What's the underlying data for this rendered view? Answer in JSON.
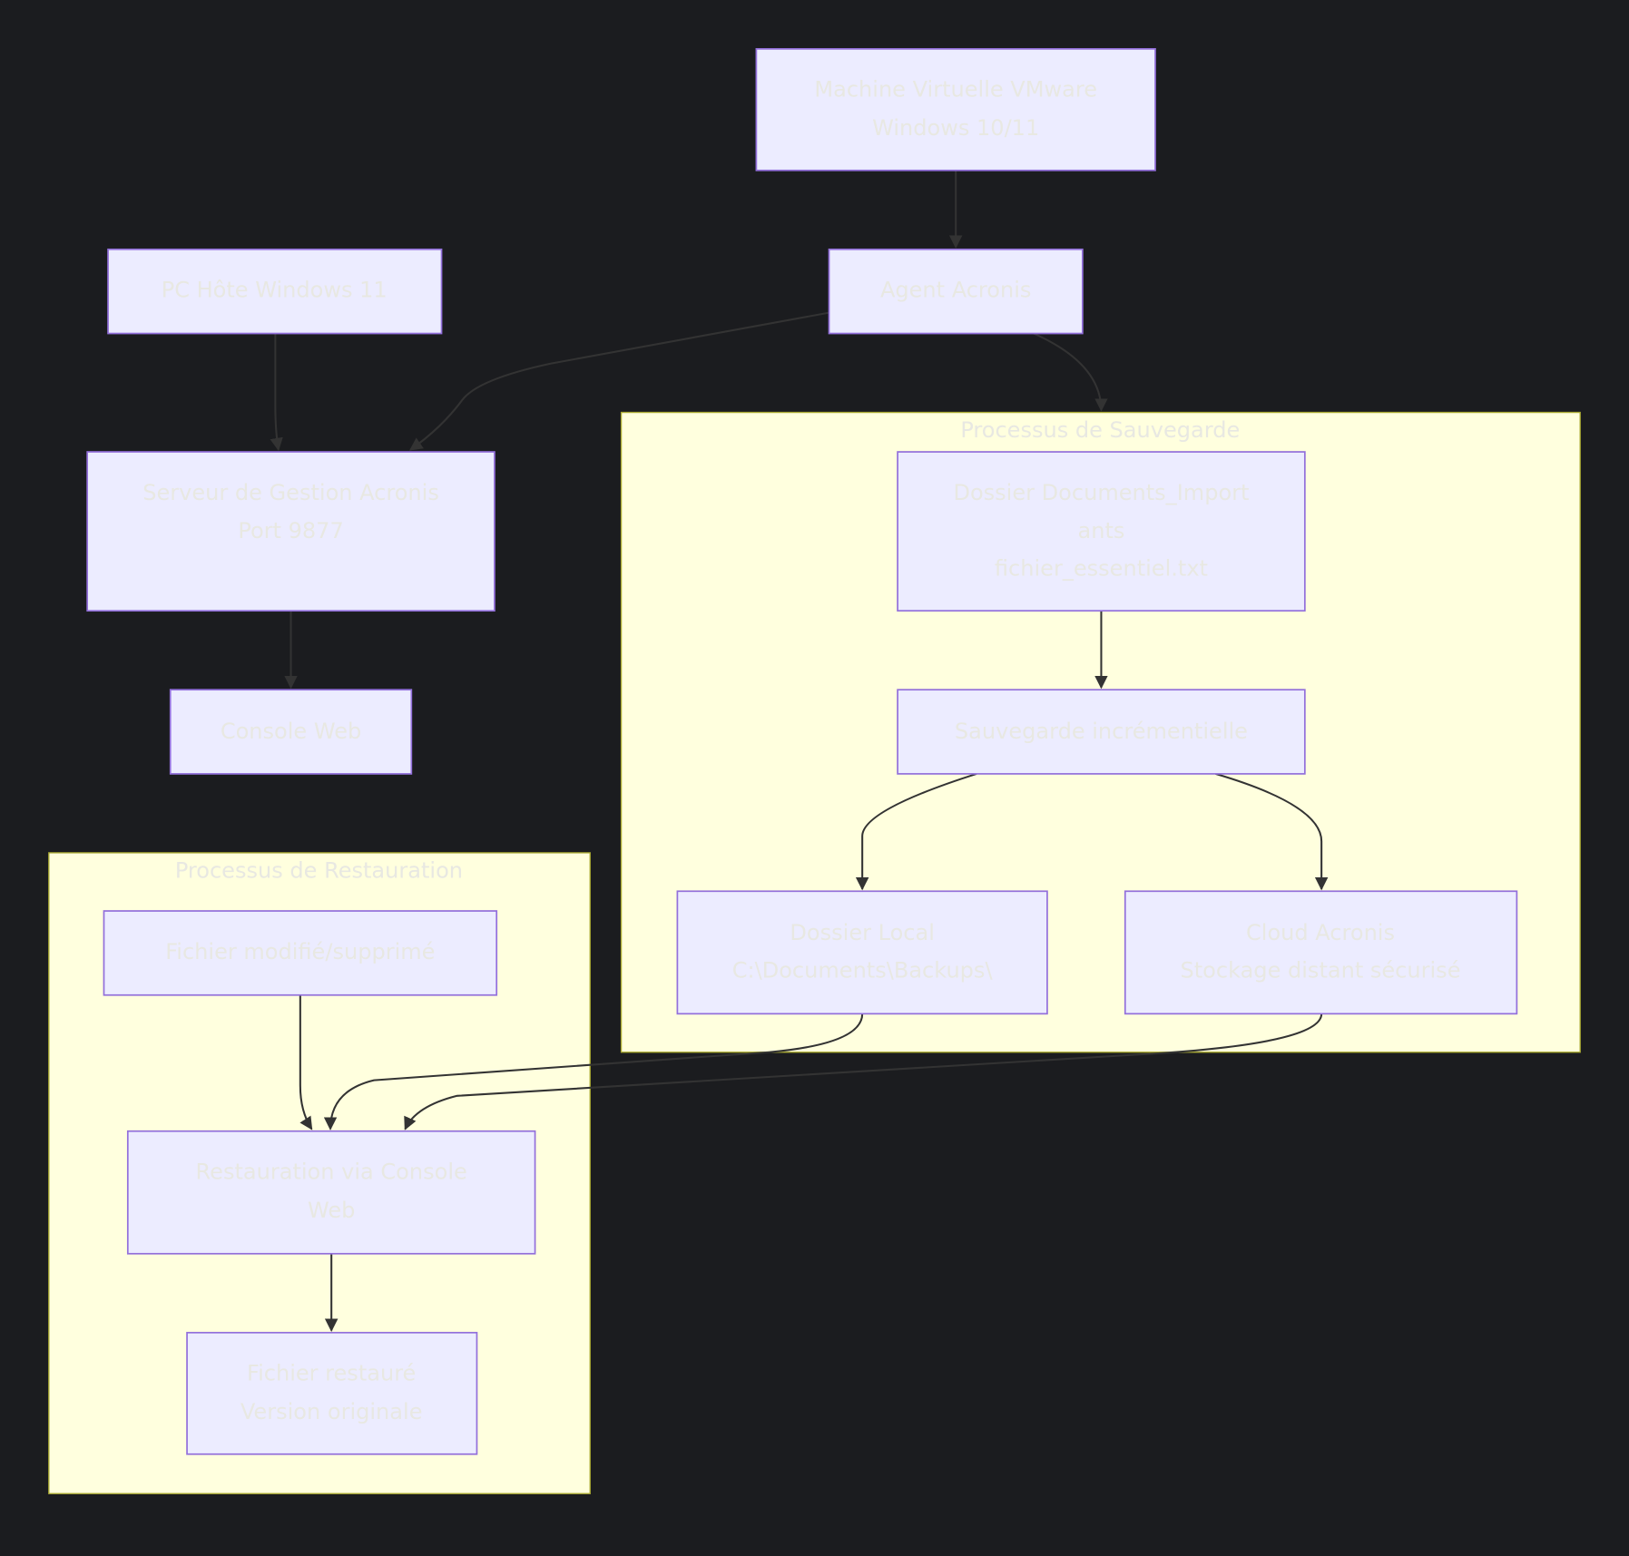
{
  "colors": {
    "background": "#1b1c1f",
    "node_fill": "#ececff",
    "node_stroke": "#9370db",
    "cluster_fill": "#ffffde",
    "cluster_stroke": "#aaaa33",
    "edge": "#333333",
    "text": "#e8e8e2"
  },
  "clusters": {
    "sauvegarde": {
      "title": "Processus de Sauvegarde"
    },
    "restauration": {
      "title": "Processus de Restauration"
    }
  },
  "nodes": {
    "vm": {
      "lines": [
        "Machine Virtuelle VMware",
        "Windows 10/11"
      ]
    },
    "agent": {
      "lines": [
        "Agent Acronis"
      ]
    },
    "pc": {
      "lines": [
        "PC Hôte Windows 11"
      ]
    },
    "serveur": {
      "lines": [
        "Serveur de Gestion Acronis",
        "Port 9877"
      ]
    },
    "console": {
      "lines": [
        "Console Web"
      ]
    },
    "docs": {
      "lines": [
        "Dossier Documents_Import",
        "ants",
        "fichier_essentiel.txt"
      ]
    },
    "incr": {
      "lines": [
        "Sauvegarde incrémentielle"
      ]
    },
    "local": {
      "lines": [
        "Dossier Local",
        "C:\\Documents\\Backups\\"
      ]
    },
    "cloud": {
      "lines": [
        "Cloud Acronis",
        "Stockage distant sécurisé"
      ]
    },
    "modifie": {
      "lines": [
        "Fichier modifié/supprimé"
      ]
    },
    "restauration": {
      "lines": [
        "Restauration via Console",
        "Web"
      ]
    },
    "restaure": {
      "lines": [
        "Fichier restauré",
        "Version originale"
      ]
    }
  },
  "edges": [
    {
      "from": "vm",
      "to": "agent"
    },
    {
      "from": "pc",
      "to": "serveur"
    },
    {
      "from": "agent",
      "to": "serveur"
    },
    {
      "from": "agent",
      "to": "sauvegarde"
    },
    {
      "from": "serveur",
      "to": "console"
    },
    {
      "from": "docs",
      "to": "incr"
    },
    {
      "from": "incr",
      "to": "local"
    },
    {
      "from": "incr",
      "to": "cloud"
    },
    {
      "from": "modifie",
      "to": "restauration"
    },
    {
      "from": "local",
      "to": "restauration"
    },
    {
      "from": "cloud",
      "to": "restauration"
    },
    {
      "from": "restauration",
      "to": "restaure"
    }
  ]
}
